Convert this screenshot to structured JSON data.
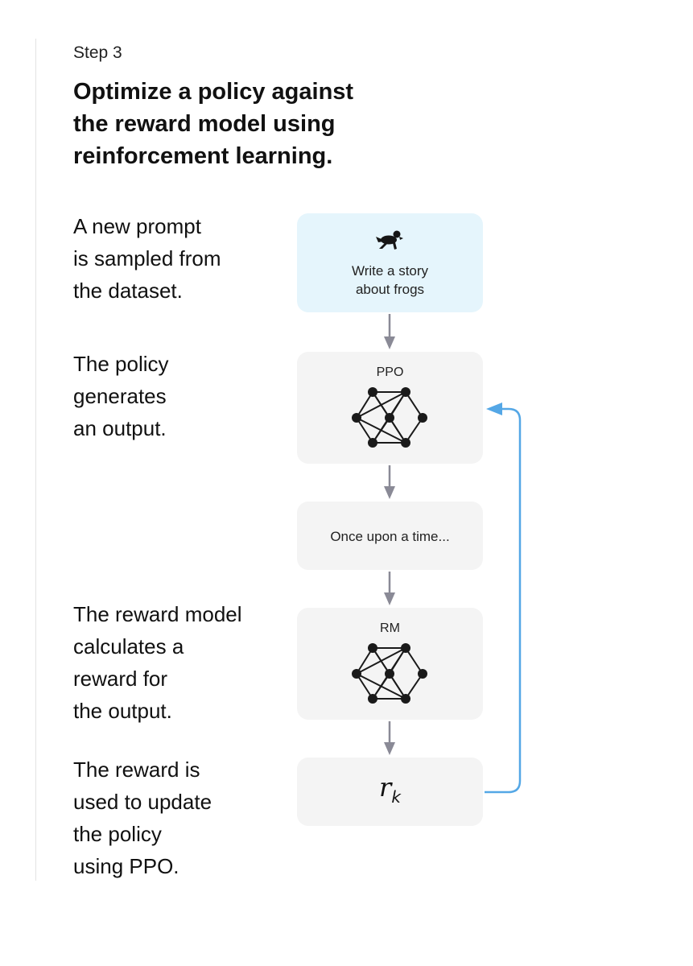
{
  "step_label": "Step 3",
  "heading_lines": [
    "Optimize a policy against",
    "the reward model using",
    "reinforcement learning."
  ],
  "descriptions": {
    "sample": [
      "A new prompt",
      "is sampled from",
      "the dataset."
    ],
    "generate": [
      "The policy",
      "generates",
      "an output."
    ],
    "reward": [
      "The reward model",
      "calculates a",
      "reward for",
      "the output."
    ],
    "update": [
      "The reward is",
      "used to update",
      "the policy",
      "using PPO."
    ]
  },
  "flow": {
    "prompt": {
      "icon": "frog-icon",
      "lines": [
        "Write a story",
        "about frogs"
      ]
    },
    "policy": {
      "label": "PPO",
      "icon": "neural-network-icon"
    },
    "output": {
      "text": "Once upon a time..."
    },
    "reward_model": {
      "label": "RM",
      "icon": "neural-network-icon"
    },
    "reward": {
      "symbol": "r",
      "subscript": "k"
    }
  },
  "colors": {
    "prompt_box": "#e5f5fc",
    "box": "#f4f4f4",
    "arrow": "#8a8a96",
    "feedback_arrow": "#54a7e6"
  }
}
